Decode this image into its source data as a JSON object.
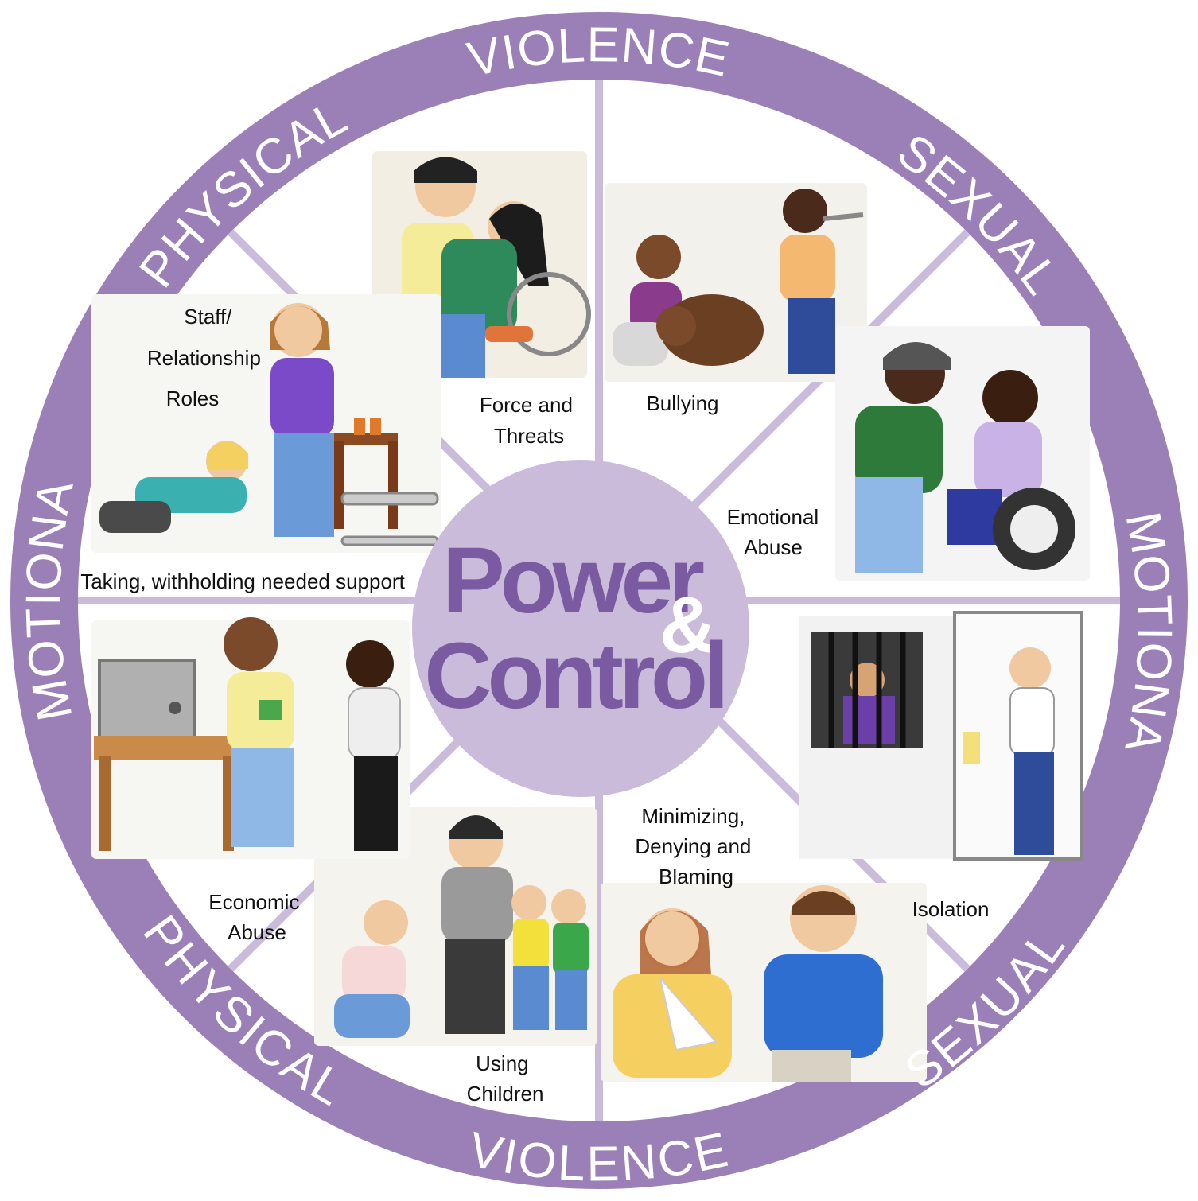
{
  "colors": {
    "rim": "#9a80b6",
    "hub": "#c9bbd9",
    "spoke": "#c9bbd9",
    "hub_text": "#7a5aa0",
    "amp": "#ffffff"
  },
  "rim_labels": {
    "top": "VIOLENCE",
    "top_left": "PHYSICAL",
    "top_right": "SEXUAL",
    "left": "EMOTIONAL",
    "right": "EMOTIONAL",
    "bottom_left": "PHYSICAL",
    "bottom_right": "SEXUAL",
    "bottom": "VIOLENCE"
  },
  "hub": {
    "line1": "Power",
    "amp": "&",
    "line2": "Control"
  },
  "segments": {
    "staff_roles": [
      "Staff/",
      "Relationship",
      "Roles"
    ],
    "support": "Taking, withholding needed support",
    "force": [
      "Force and",
      "Threats"
    ],
    "bullying": "Bullying",
    "emotional_abuse": [
      "Emotional",
      "Abuse"
    ],
    "isolation": "Isolation",
    "minimizing": [
      "Minimizing,",
      "Denying and",
      "Blaming"
    ],
    "using_children": [
      "Using",
      "Children"
    ],
    "economic_abuse": [
      "Economic",
      "Abuse"
    ]
  },
  "illustrations": {
    "force": "man-grabbing-woman-in-wheelchair-illustration",
    "bullying": "boy-threatening-girl-and-dog-illustration",
    "emotional_abuse": "woman-yelling-at-woman-in-wheelchair-illustration",
    "isolation": "person-locked-behind-barred-window-illustration",
    "minimizing": "injured-woman-and-shrugging-man-illustration",
    "using_children": "man-pulling-children-illustration",
    "economic_abuse": "woman-holding-money-near-safe-illustration",
    "staff_roles": "staff-taking-walker-illustration"
  }
}
